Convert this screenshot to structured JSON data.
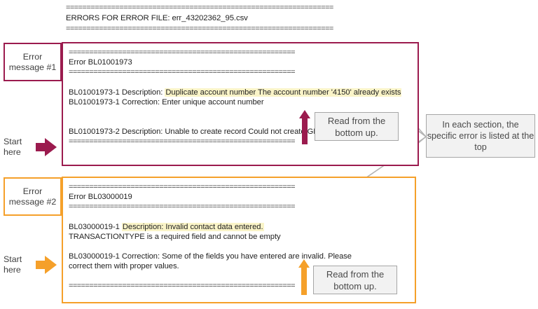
{
  "document": {
    "log_header": {
      "rule_top": "=================================================================",
      "title": "ERRORS FOR ERROR FILE: err_43202362_95.csv",
      "rule_bottom": "================================================================="
    },
    "sections": [
      {
        "id": "error-message-1",
        "border_color": "#9B1B4E",
        "left_label": "Error message #1",
        "start_label": "Start here",
        "lines": [
          {
            "type": "rule",
            "text": "======================================================="
          },
          {
            "type": "text",
            "text": "Error BL01001973"
          },
          {
            "type": "rule",
            "text": "======================================================="
          },
          {
            "type": "spacer",
            "text": ""
          },
          {
            "type": "wrap",
            "prefix": "BL01001973-1 Description:  ",
            "highlight": "Duplicate account number The account number '4150' already exists"
          },
          {
            "type": "text",
            "text": "BL01001973-1 Correction:   Enter unique account number"
          },
          {
            "type": "spacer",
            "text": ""
          },
          {
            "type": "spacer",
            "text": ""
          },
          {
            "type": "text",
            "text": "BL01001973-2 Description:  Unable to create record Could not create GL Account record!"
          },
          {
            "type": "rule",
            "text": "======================================================="
          }
        ]
      },
      {
        "id": "error-message-2",
        "border_color": "#F5A02A",
        "left_label": "Error message #2",
        "start_label": "Start here",
        "lines": [
          {
            "type": "rule",
            "text": "======================================================="
          },
          {
            "type": "text",
            "text": "Error BL03000019"
          },
          {
            "type": "rule",
            "text": "======================================================="
          },
          {
            "type": "spacer",
            "text": ""
          },
          {
            "type": "wrap",
            "prefix": "BL03000019-1 ",
            "highlight": "Description:  Invalid contact data entered."
          },
          {
            "type": "text",
            "text": "TRANSACTIONTYPE is a required field and cannot be empty"
          },
          {
            "type": "spacer",
            "text": ""
          },
          {
            "type": "wrap2",
            "text": "BL03000019-1 Correction:   Some of the fields you have entered are invalid. Please correct them with proper values."
          },
          {
            "type": "spacer",
            "text": ""
          },
          {
            "type": "rule",
            "text": "======================================================="
          }
        ]
      }
    ],
    "annotations": {
      "read_bottom_up_1": "Read from the bottom up.",
      "read_bottom_up_2": "Read from the bottom up.",
      "section_note": "In each section, the specific error is listed at the top"
    },
    "colors": {
      "maroon": "#9B1B4E",
      "orange": "#F5A02A",
      "highlight": "#FAF4C8",
      "callout_fill": "#F2F2F2",
      "callout_border": "#A6A6A6",
      "connector": "#B3B3B3"
    }
  }
}
